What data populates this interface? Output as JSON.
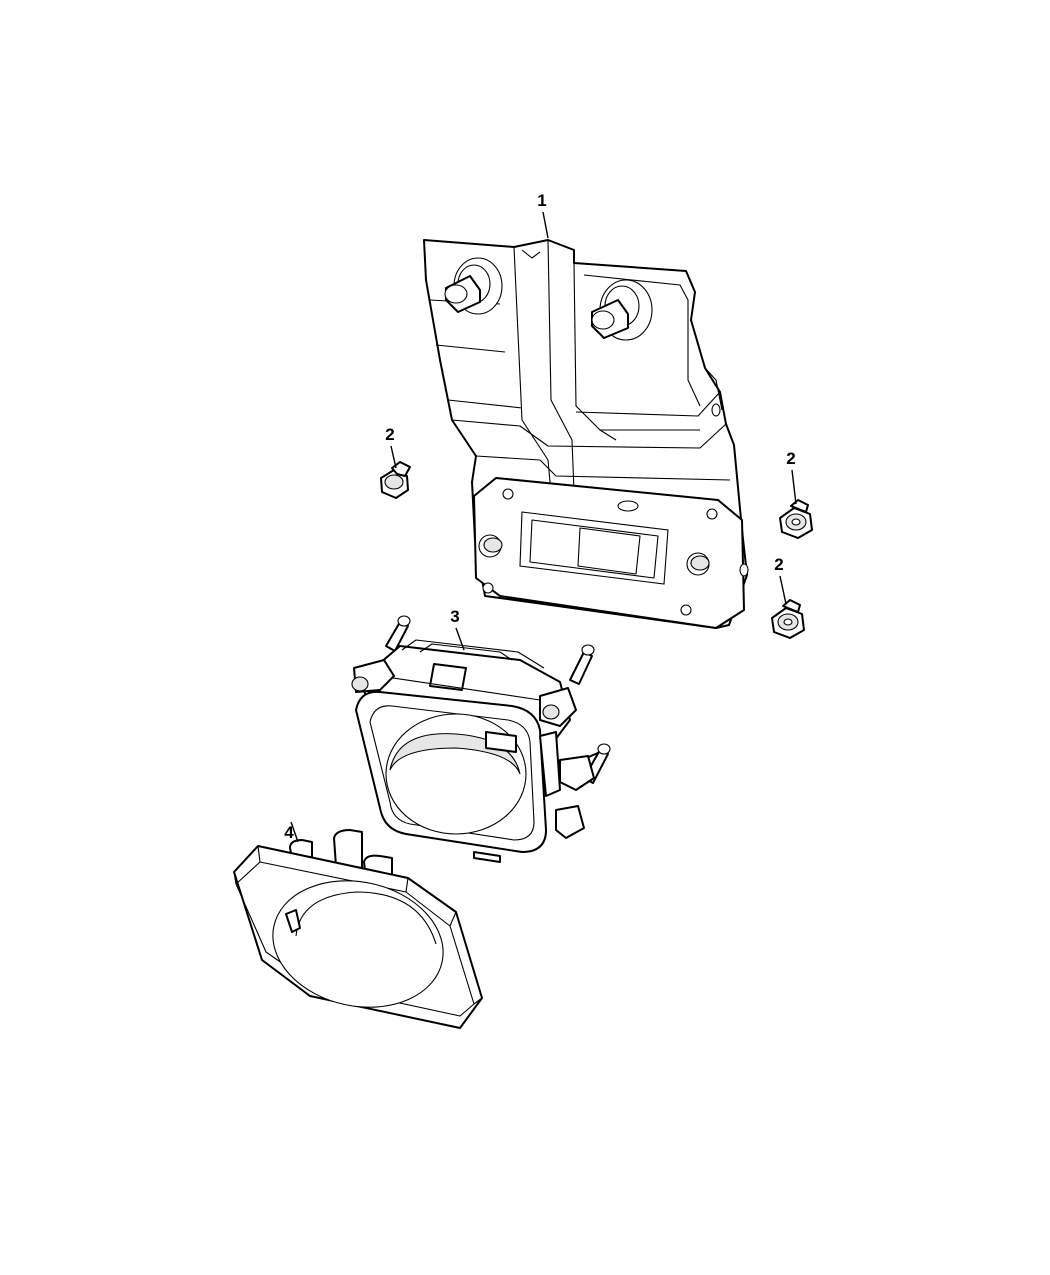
{
  "callouts": [
    {
      "id": "bracket",
      "label": "1"
    },
    {
      "id": "nut-left",
      "label": "2"
    },
    {
      "id": "nut-right-upper",
      "label": "2"
    },
    {
      "id": "nut-right-lower",
      "label": "2"
    },
    {
      "id": "sensor",
      "label": "3"
    },
    {
      "id": "bezel",
      "label": "4"
    }
  ]
}
